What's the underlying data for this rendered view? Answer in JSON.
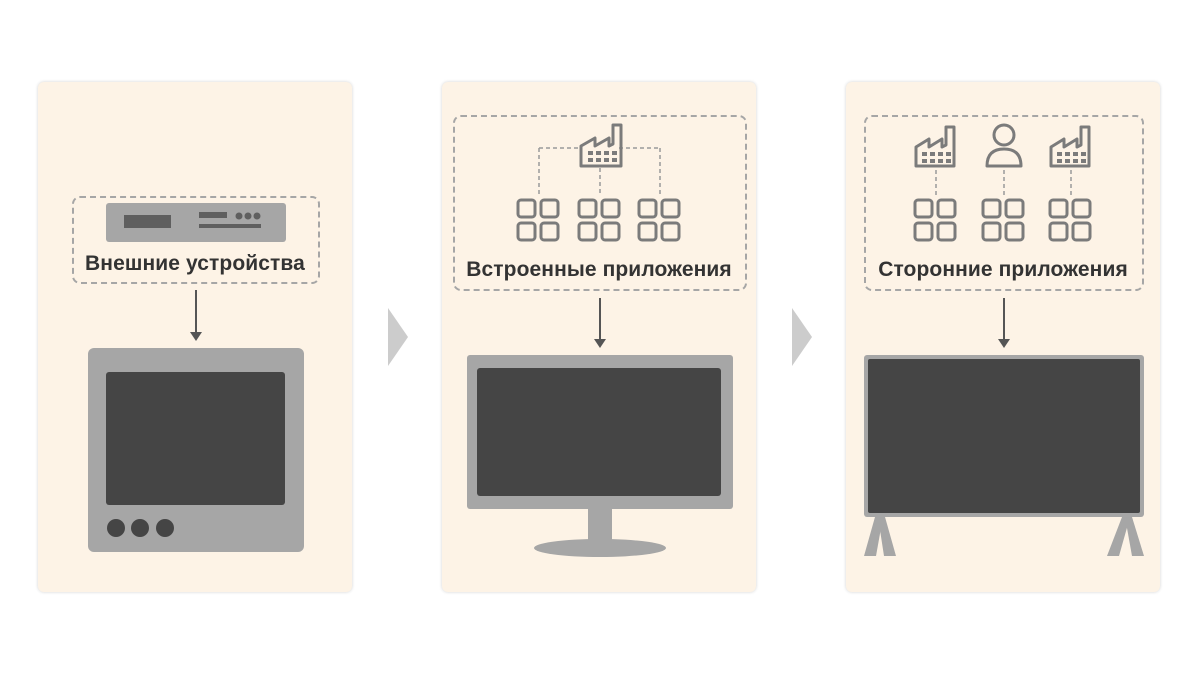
{
  "colors": {
    "panel_bg": "#fdf3e6",
    "frame_gray": "#a6a6a6",
    "screen_dark": "#454545",
    "icon_gray": "#7b7b7b",
    "text": "#333333",
    "chevron": "#cccccc"
  },
  "panels": [
    {
      "label": "Внешние устройства",
      "source_icons": [
        "set-top-box-icon"
      ],
      "device": "crt-tv-icon"
    },
    {
      "label": "Встроенные приложения",
      "source_icons": [
        "factory-icon",
        "app-grid-icon",
        "app-grid-icon",
        "app-grid-icon"
      ],
      "device": "desktop-monitor-icon"
    },
    {
      "label": "Сторонние приложения",
      "source_icons": [
        "factory-icon",
        "person-icon",
        "factory-icon",
        "app-grid-icon",
        "app-grid-icon",
        "app-grid-icon"
      ],
      "device": "large-tv-on-legs-icon"
    }
  ]
}
